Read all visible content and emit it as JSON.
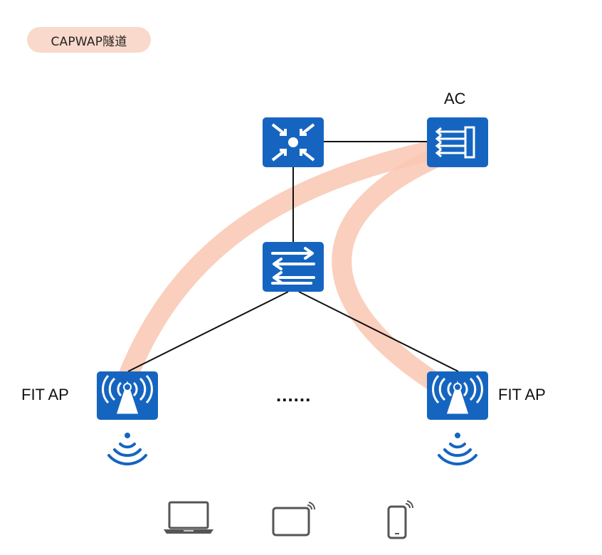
{
  "legend": {
    "label": "CAPWAP隧道"
  },
  "nodes": {
    "ac": {
      "label": "AC"
    },
    "fit_ap_left": {
      "label": "FIT AP"
    },
    "fit_ap_right": {
      "label": "FIT AP"
    }
  },
  "ellipsis": "......",
  "colors": {
    "device_blue": "#1565c0",
    "tunnel": "#f9c7b2",
    "link": "#111111"
  },
  "icons": [
    "router-icon",
    "ac-icon",
    "switch-icon",
    "ap-icon",
    "wifi-signal-icon",
    "laptop-icon",
    "tablet-icon",
    "phone-icon"
  ]
}
